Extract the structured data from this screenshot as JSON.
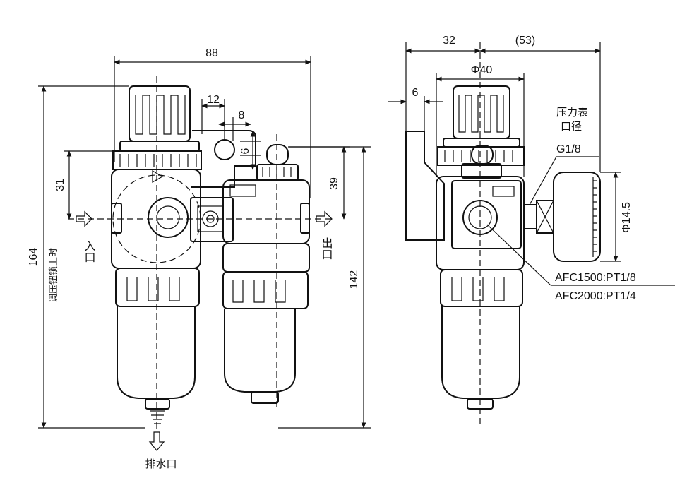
{
  "dimensions": {
    "width_88": "88",
    "dim_12": "12",
    "dim_8": "8",
    "dim_6_front": "6",
    "dim_31": "31",
    "dim_39": "39",
    "dim_164": "164",
    "dim_142": "142",
    "dim_32": "32",
    "dim_53": "(53)",
    "dia_40": "Φ40",
    "dim_6_side": "6",
    "dia_14_5": "Φ14.5"
  },
  "labels": {
    "adjust_knob_lock": "调压钮锁上时",
    "inlet": "入口",
    "outlet": "出口",
    "drain": "排水口",
    "gauge_port_line1": "压力表",
    "gauge_port_line2": "口径",
    "gauge_thread": "G1/8",
    "port_afc1500": "AFC1500:PT1/8",
    "port_afc2000": "AFC2000:PT1/4"
  }
}
